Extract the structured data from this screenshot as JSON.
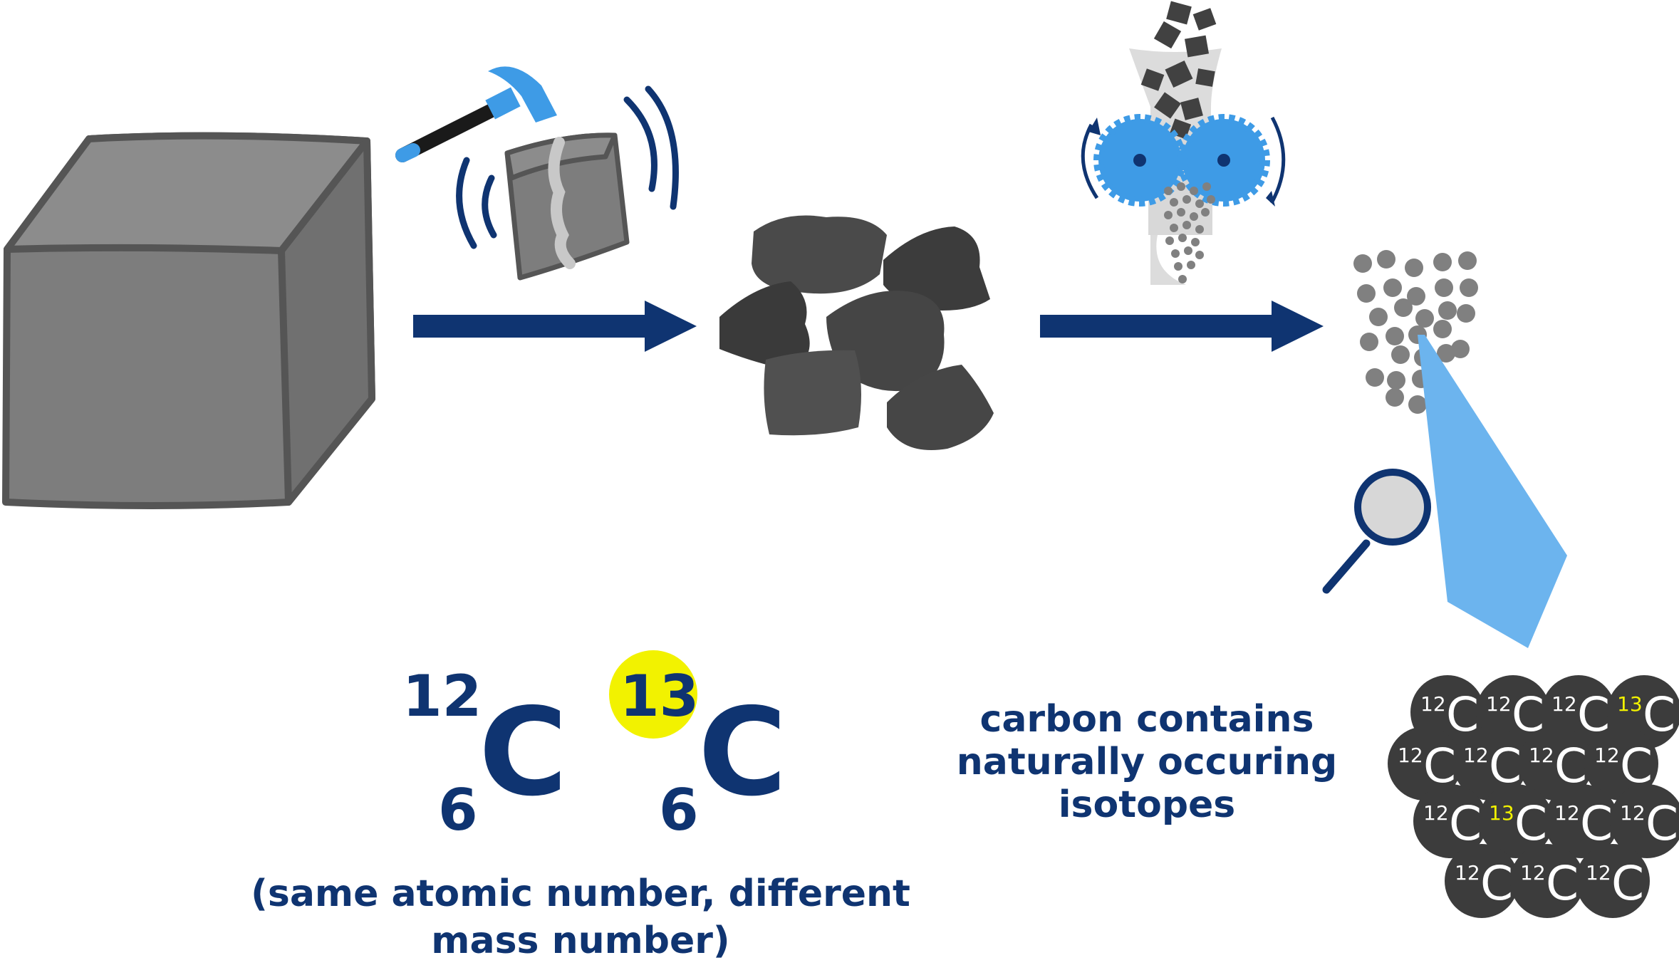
{
  "isotopes": [
    {
      "mass_number": "12",
      "atomic_number": "6",
      "symbol": "C",
      "highlight": false
    },
    {
      "mass_number": "13",
      "atomic_number": "6",
      "symbol": "C",
      "highlight": true
    }
  ],
  "caption_isotopes": {
    "line1": "(same atomic number, different",
    "line2": "mass number)"
  },
  "caption_natural": {
    "line1": "carbon contains",
    "line2": "naturally occuring",
    "line3": "isotopes"
  },
  "atom_cluster": [
    [
      "12",
      "12",
      "12",
      "13"
    ],
    [
      "12",
      "12",
      "12",
      "12"
    ],
    [
      "12",
      "13",
      "12",
      "12"
    ],
    [
      "12",
      "12",
      "12"
    ]
  ],
  "atom_symbol": "C",
  "colors": {
    "navy": "#0f3471",
    "blue": "#3e9be6",
    "light_blue": "#6cb4ee",
    "gray_block": "#7f7f7f",
    "dark_rock": "#404040",
    "powder": "#808080",
    "atom": "#3c3c3c",
    "highlight": "#f2f200"
  }
}
